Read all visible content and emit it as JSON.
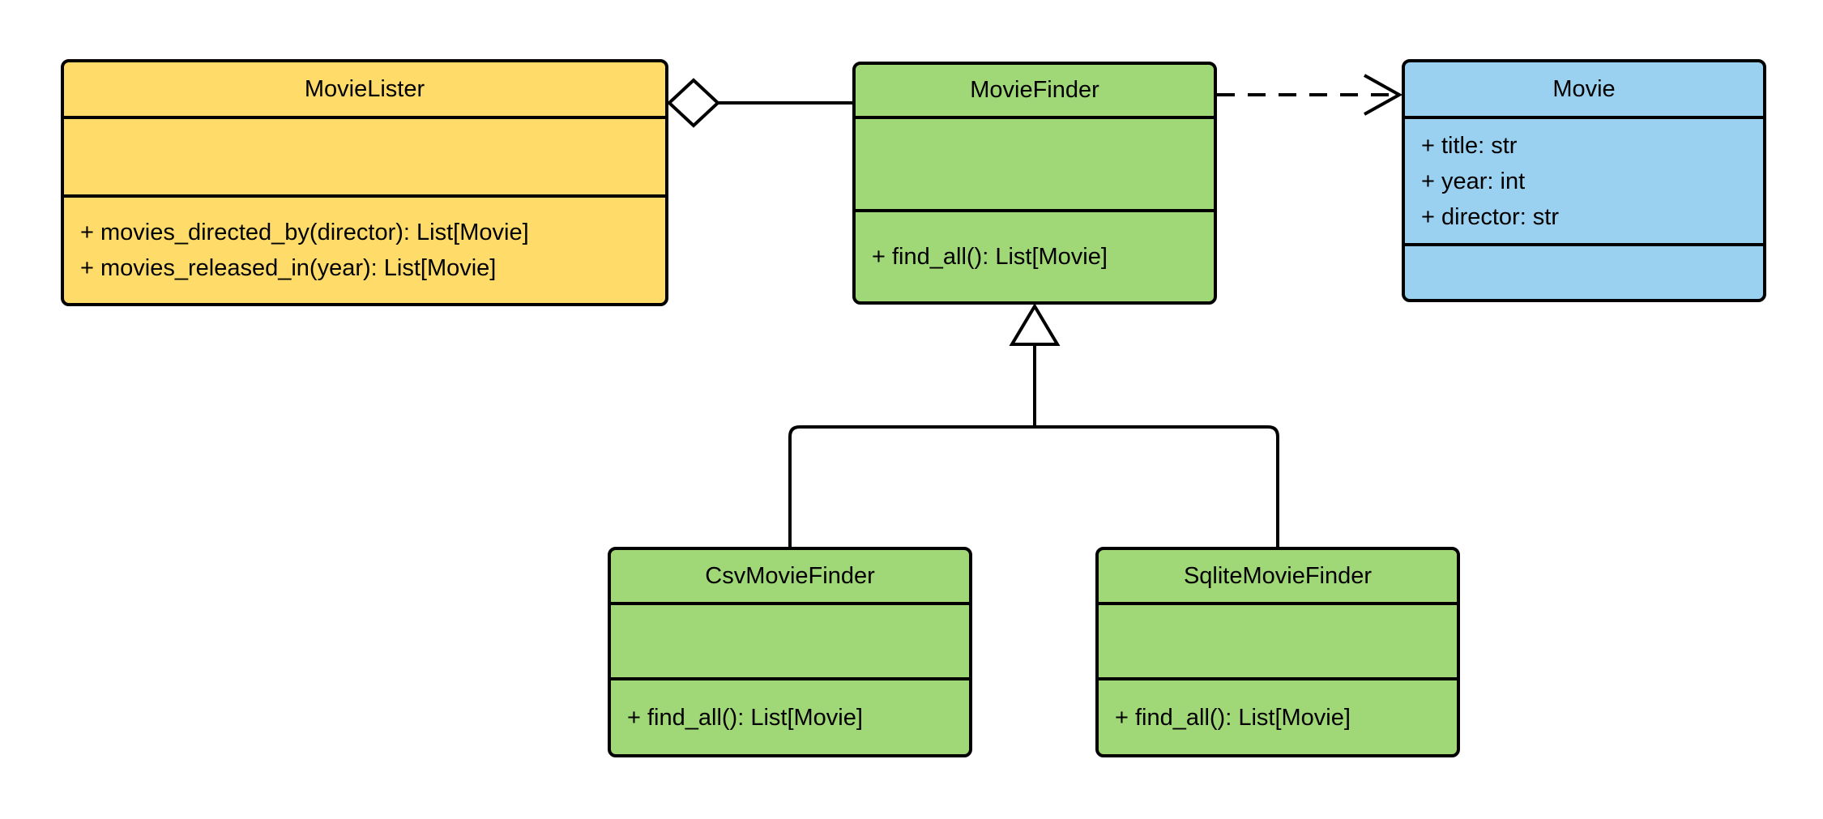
{
  "diagram": {
    "kind": "uml-class-diagram",
    "background": "#FFFFFF",
    "colors": {
      "class_yellow": "#FFDB69",
      "class_green": "#A0D878",
      "class_blue": "#9AD1F0",
      "line": "#000000",
      "shape_fill": "#FFFFFF"
    },
    "classes": [
      {
        "name": "MovieLister",
        "color": "yellow",
        "attributes": [],
        "methods": [
          "+ movies_directed_by(director): List[Movie]",
          "+ movies_released_in(year): List[Movie]"
        ]
      },
      {
        "name": "MovieFinder",
        "color": "green",
        "attributes": [],
        "methods": [
          "+ find_all(): List[Movie]"
        ]
      },
      {
        "name": "Movie",
        "color": "blue",
        "attributes": [
          "+ title: str",
          "+ year: int",
          "+ director: str"
        ],
        "methods": []
      },
      {
        "name": "CsvMovieFinder",
        "color": "green",
        "attributes": [],
        "methods": [
          "+ find_all(): List[Movie]"
        ]
      },
      {
        "name": "SqliteMovieFinder",
        "color": "green",
        "attributes": [],
        "methods": [
          "+ find_all(): List[Movie]"
        ]
      }
    ],
    "relationships": [
      {
        "type": "aggregation",
        "from": "MovieLister",
        "to": "MovieFinder",
        "line": "solid",
        "marker": "hollow-diamond"
      },
      {
        "type": "dependency",
        "from": "MovieFinder",
        "to": "Movie",
        "line": "dashed",
        "marker": "open-arrow"
      },
      {
        "type": "generalization",
        "from": "CsvMovieFinder",
        "to": "MovieFinder",
        "line": "solid",
        "marker": "hollow-triangle"
      },
      {
        "type": "generalization",
        "from": "SqliteMovieFinder",
        "to": "MovieFinder",
        "line": "solid",
        "marker": "hollow-triangle"
      }
    ]
  }
}
